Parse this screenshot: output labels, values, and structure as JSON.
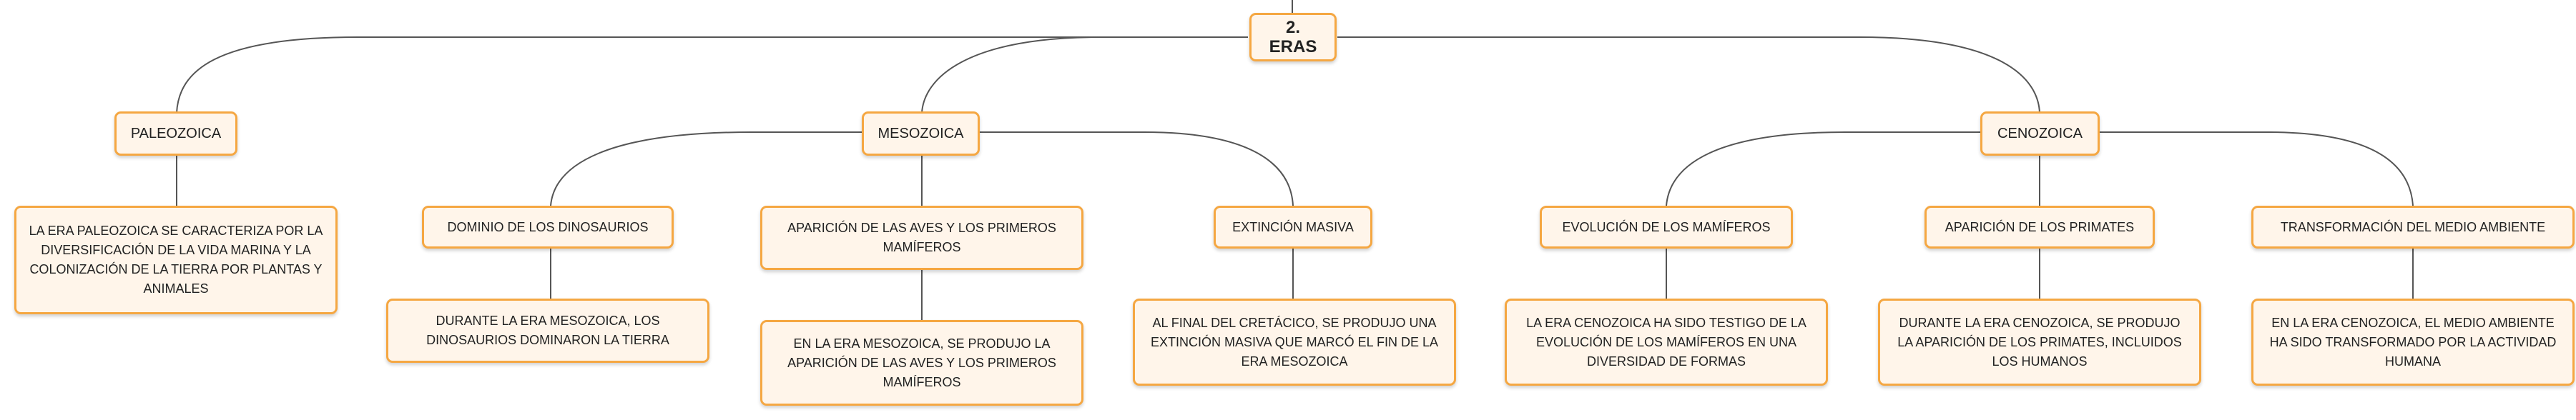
{
  "root": {
    "label": "2. ERAS"
  },
  "eras": [
    {
      "label": "PALEOZOICA",
      "children": [
        {
          "label": "LA ERA PALEOZOICA SE CARACTERIZA POR LA DIVERSIFICACIÓN DE LA VIDA MARINA Y LA COLONIZACIÓN DE LA TIERRA POR PLANTAS Y ANIMALES"
        }
      ]
    },
    {
      "label": "MESOZOICA",
      "children": [
        {
          "label": "DOMINIO DE LOS DINOSAURIOS",
          "detail": "DURANTE LA ERA MESOZOICA, LOS DINOSAURIOS DOMINARON LA TIERRA"
        },
        {
          "label": "APARICIÓN DE LAS AVES Y LOS PRIMEROS MAMÍFEROS",
          "detail": "EN LA ERA MESOZOICA, SE PRODUJO LA APARICIÓN DE LAS AVES Y LOS PRIMEROS MAMÍFEROS"
        },
        {
          "label": "EXTINCIÓN MASIVA",
          "detail": "AL FINAL DEL CRETÁCICO, SE PRODUJO UNA EXTINCIÓN MASIVA QUE MARCÓ EL FIN DE LA ERA MESOZOICA"
        }
      ]
    },
    {
      "label": "CENOZOICA",
      "children": [
        {
          "label": "EVOLUCIÓN DE LOS MAMÍFEROS",
          "detail": "LA ERA CENOZOICA HA SIDO TESTIGO DE LA EVOLUCIÓN DE LOS MAMÍFEROS EN UNA DIVERSIDAD DE FORMAS"
        },
        {
          "label": "APARICIÓN DE LOS PRIMATES",
          "detail": "DURANTE LA ERA CENOZOICA, SE PRODUJO LA APARICIÓN DE LOS PRIMATES, INCLUIDOS LOS HUMANOS"
        },
        {
          "label": "TRANSFORMACIÓN DEL MEDIO AMBIENTE",
          "detail": "EN LA ERA CENOZOICA, EL MEDIO AMBIENTE HA SIDO TRANSFORMADO POR LA ACTIVIDAD HUMANA"
        }
      ]
    }
  ]
}
